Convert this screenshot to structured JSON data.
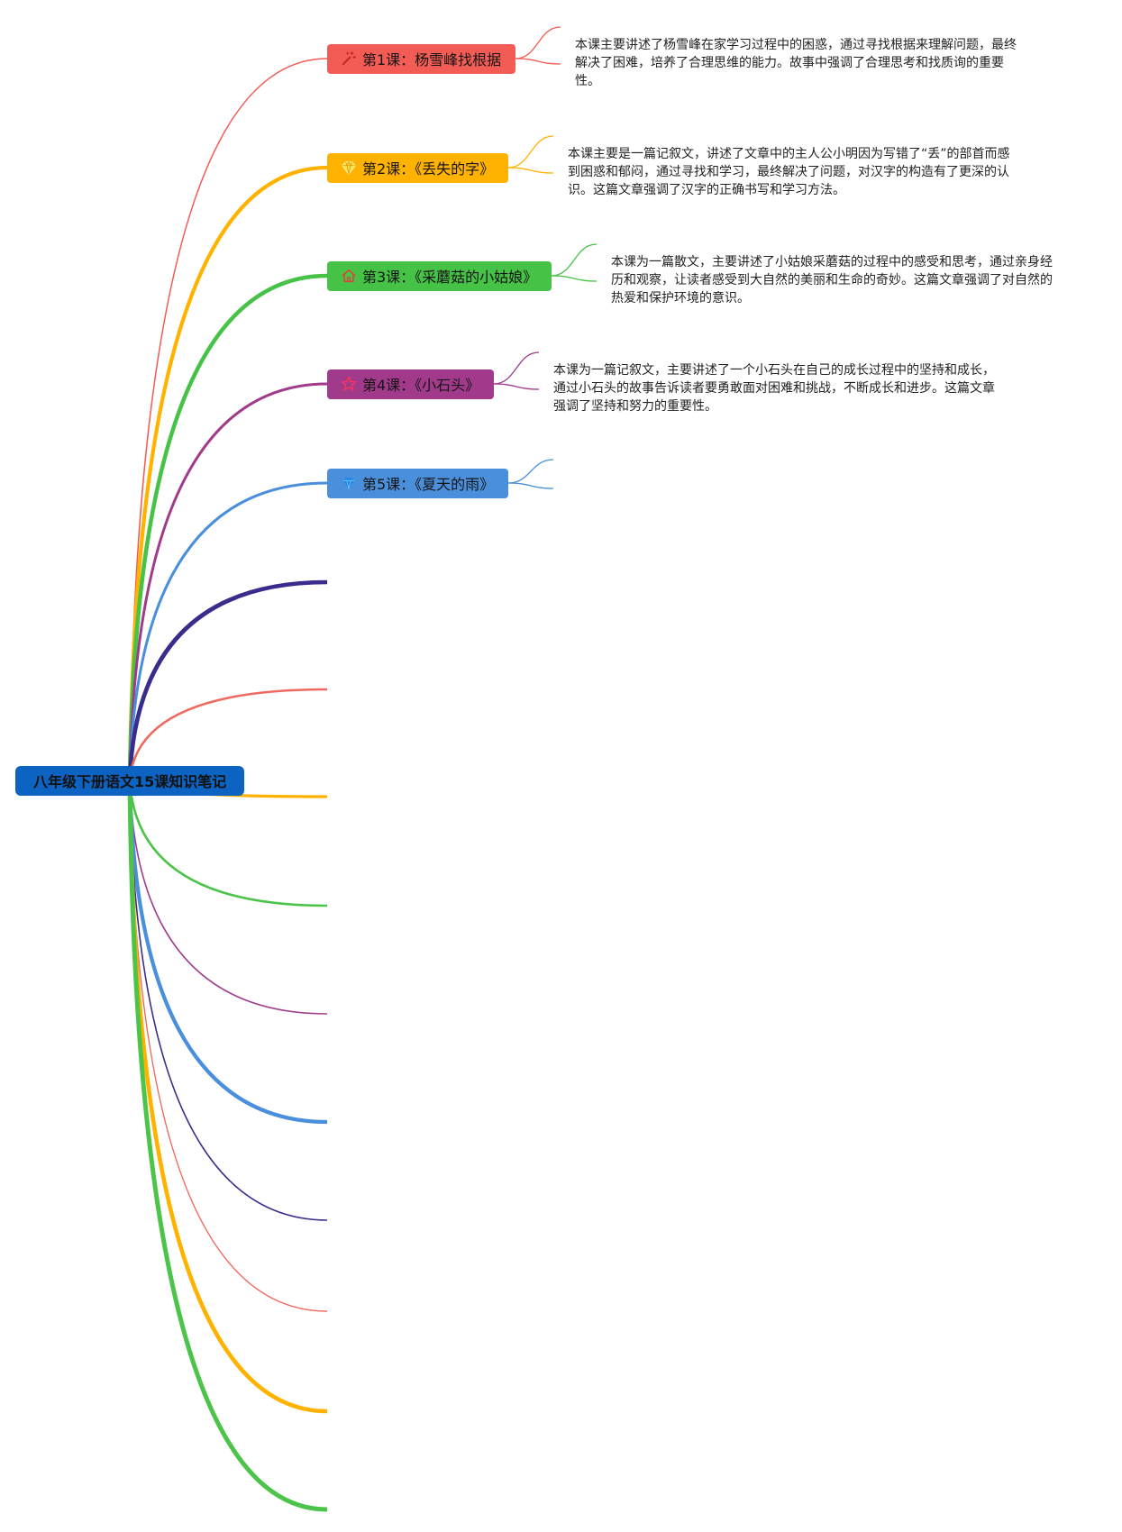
{
  "root": {
    "label": "八年级下册语文15课知识笔记",
    "color": "#0d63c1"
  },
  "branches": [
    {
      "label": "第1课：杨雪峰找根据",
      "icon": "magic-wand-icon",
      "color": "#f25c54",
      "description": "本课主要讲述了杨雪峰在家学习过程中的困惑，通过寻找根据来理解问题，最终解决了困难，培养了合理思维的能力。故事中强调了合理思考和找质询的重要性。"
    },
    {
      "label": "第2课：《丢失的字》",
      "icon": "gem-icon",
      "color": "#ffb300",
      "description": "本课主要是一篇记叙文，讲述了文章中的主人公小明因为写错了“丢”的部首而感到困惑和郁闷，通过寻找和学习，最终解决了问题，对汉字的构造有了更深的认识。这篇文章强调了汉字的正确书写和学习方法。"
    },
    {
      "label": "第3课：《采蘑菇的小姑娘》",
      "icon": "home-icon",
      "color": "#46c346",
      "description": "本课为一篇散文，主要讲述了小姑娘采蘑菇的过程中的感受和思考，通过亲身经历和观察，让读者感受到大自然的美丽和生命的奇妙。这篇文章强调了对自然的热爱和保护环境的意识。"
    },
    {
      "label": "第4课：《小石头》",
      "icon": "star-icon",
      "color": "#a23a8c",
      "description": "本课为一篇记叙文，主要讲述了一个小石头在自己的成长过程中的坚持和成长，通过小石头的故事告诉读者要勇敢面对困难和挑战，不断成长和进步。这篇文章强调了坚持和努力的重要性。"
    },
    {
      "label": "第5课：《夏天的雨》",
      "icon": "diamond-icon",
      "color": "#4a8fdb"
    },
    {
      "color": "#3a2c8c"
    },
    {
      "color": "#ee6a5f"
    },
    {
      "color": "#ffb300"
    },
    {
      "color": "#4cc44a"
    },
    {
      "color": "#a03e8d"
    },
    {
      "color": "#4a8fdb"
    },
    {
      "color": "#3a2c8c"
    },
    {
      "color": "#ee6a5f"
    },
    {
      "color": "#ffb300"
    },
    {
      "color": "#4cc44a"
    }
  ]
}
